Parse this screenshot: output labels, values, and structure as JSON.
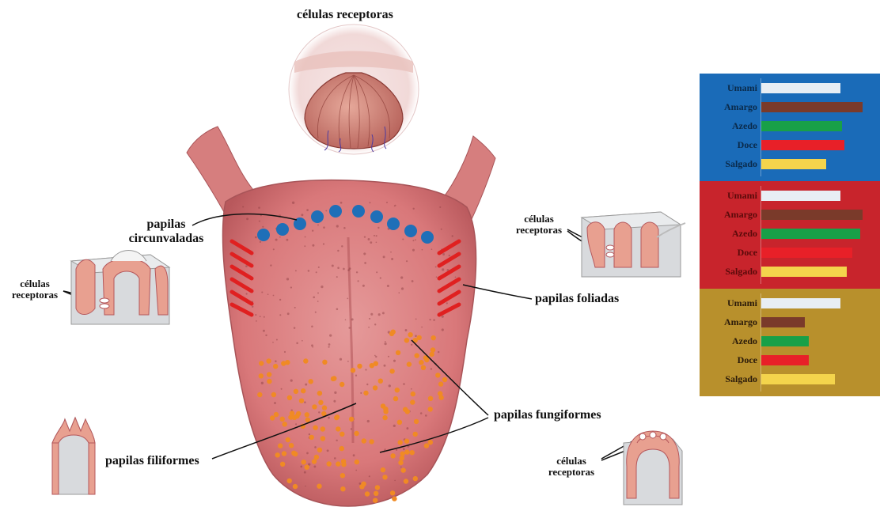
{
  "labels": {
    "top_cells": "células receptoras",
    "circunvaladas_1": "papilas",
    "circunvaladas_2": "circunvaladas",
    "left_cells_1": "células",
    "left_cells_2": "receptoras",
    "right_cells_1": "células",
    "right_cells_2": "receptoras",
    "foliadas": "papilas foliadas",
    "fungiformes": "papilas fungiformes",
    "filiformes": "papilas filiformes",
    "bottom_cells_1": "células",
    "bottom_cells_2": "receptoras"
  },
  "colors": {
    "tongue": "#d9787a",
    "tongue_dark": "#b5585c",
    "circunvaladas_dots": "#1f6fb8",
    "foliadas_marks": "#e02020",
    "fungiformes_dots": "#f08a24",
    "panel_blue": "#1a6bb8",
    "panel_red": "#c8242c",
    "panel_gold": "#b8902c"
  },
  "chart_data": [
    {
      "type": "bar",
      "panel": "blue",
      "categories": [
        "Umami",
        "Amargo",
        "Azedo",
        "Doce",
        "Salgado"
      ],
      "values": [
        0.78,
        1.0,
        0.8,
        0.82,
        0.64
      ],
      "bar_colors": [
        "#e8eef4",
        "#7a3a2a",
        "#18a048",
        "#e82028",
        "#f4d44c"
      ],
      "label_color": "#0a2a4a"
    },
    {
      "type": "bar",
      "panel": "red",
      "categories": [
        "Umami",
        "Amargo",
        "Azedo",
        "Doce",
        "Salgado"
      ],
      "values": [
        0.78,
        1.0,
        0.98,
        0.9,
        0.84
      ],
      "bar_colors": [
        "#e8eef4",
        "#7a3a2a",
        "#18a048",
        "#e82028",
        "#f4d44c"
      ],
      "label_color": "#5a0a0a"
    },
    {
      "type": "bar",
      "panel": "gold",
      "categories": [
        "Umami",
        "Amargo",
        "Azedo",
        "Doce",
        "Salgado"
      ],
      "values": [
        0.78,
        0.43,
        0.47,
        0.47,
        0.73
      ],
      "bar_colors": [
        "#e8eef4",
        "#7a3a2a",
        "#18a048",
        "#e82028",
        "#f4d44c"
      ],
      "label_color": "#2a1a0a"
    }
  ]
}
